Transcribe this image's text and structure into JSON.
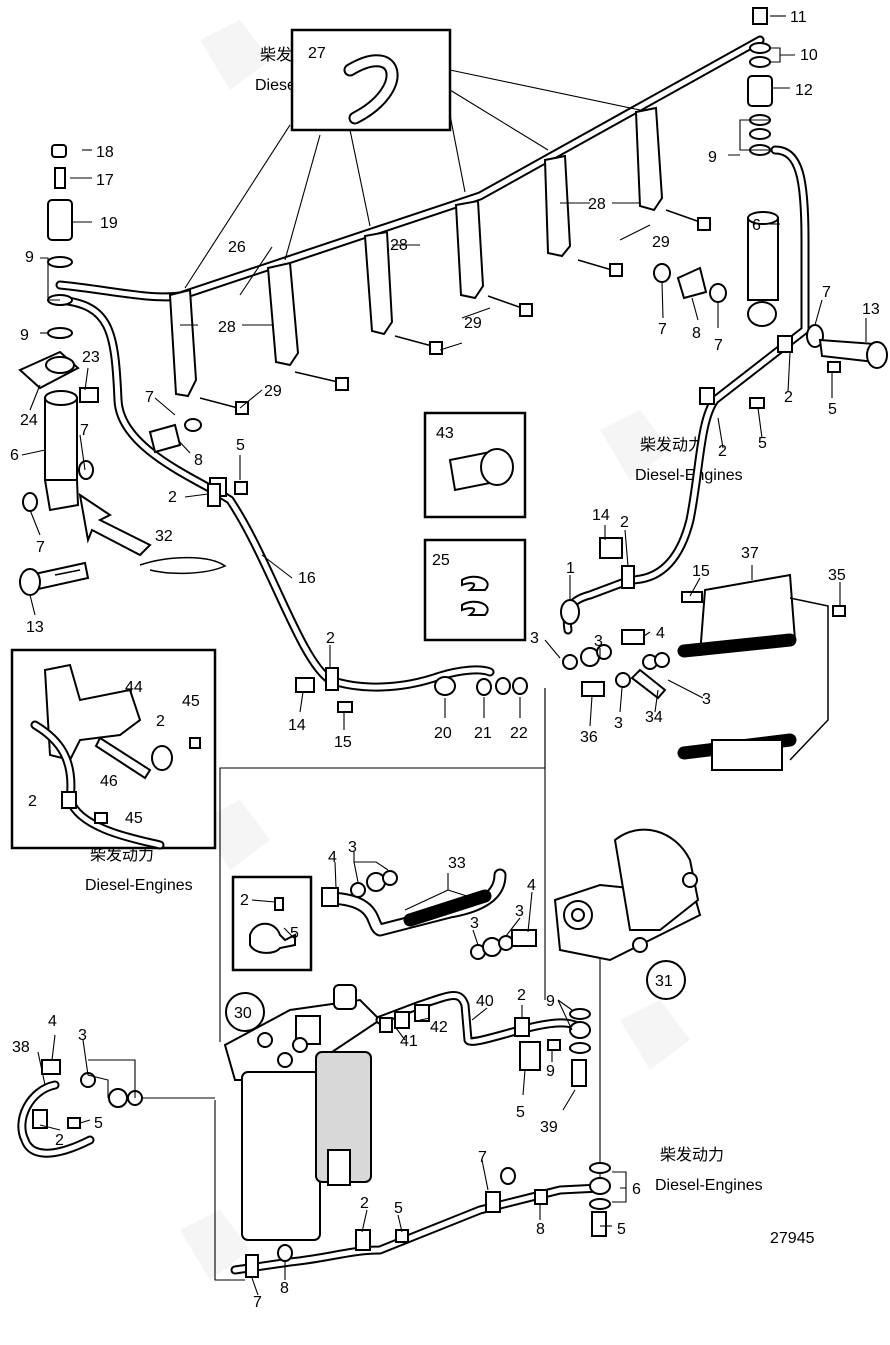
{
  "drawing_number": "27945",
  "watermark": {
    "brand": "柴发动力",
    "sub": "Diesel-Engines"
  },
  "callouts": [
    "1",
    "2",
    "3",
    "4",
    "5",
    "6",
    "7",
    "8",
    "9",
    "10",
    "11",
    "12",
    "13",
    "14",
    "15",
    "16",
    "17",
    "18",
    "19",
    "20",
    "21",
    "22",
    "23",
    "24",
    "25",
    "26",
    "27",
    "28",
    "29",
    "30",
    "31",
    "32",
    "33",
    "34",
    "35",
    "36",
    "37",
    "38",
    "39",
    "40",
    "41",
    "42",
    "43",
    "44",
    "45",
    "46"
  ]
}
